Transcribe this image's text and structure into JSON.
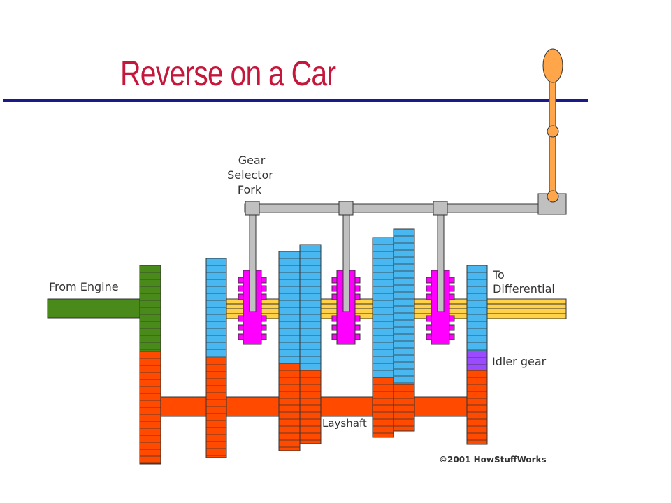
{
  "title": "Reverse on a Car",
  "labels": {
    "gear_selector_fork": [
      "Gear",
      "Selector",
      "Fork"
    ],
    "from_engine": "From Engine",
    "to_differential": [
      "To",
      "Differential"
    ],
    "idler_gear": "Idler gear",
    "layshaft": "Layshaft",
    "copyright": "©2001 HowStuffWorks"
  },
  "colors": {
    "title": "#c4173b",
    "rule": "#1a1a8c",
    "input_shaft": "#4a8a1a",
    "layshaft": "#ff4a00",
    "output_gear": "#4ab8f0",
    "output_shaft": "#ffd24a",
    "collar": "#ff00ff",
    "idler": "#9a4aff",
    "lever": "#ffa64a",
    "selector": "#c0c0c0"
  }
}
